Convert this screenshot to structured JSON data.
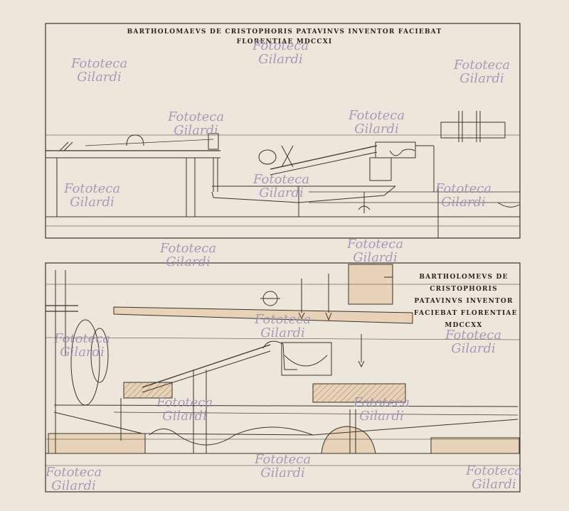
{
  "upper_plate": {
    "inscription_line1": "BARTHOLOMAEVS DE CRISTOPHORIS PATAVINVS INVENTOR FACIEBAT",
    "inscription_line2": "FLORENTIAE MDCCXI"
  },
  "lower_plate": {
    "inscription_lines": [
      "BARTHOLOMEVS DE",
      "CRISTOPHORIS",
      "PATAVINVS INVENTOR",
      "FACIEBAT FLORENTIAE",
      "MDCCXX"
    ]
  },
  "watermark": {
    "line1": "Fototeca",
    "line2": "Gilardi"
  },
  "colors": {
    "paper": "#ece6db",
    "ink": "#2a2620",
    "wood": "#e8d2b8",
    "watermark": "#9a8fb4"
  }
}
